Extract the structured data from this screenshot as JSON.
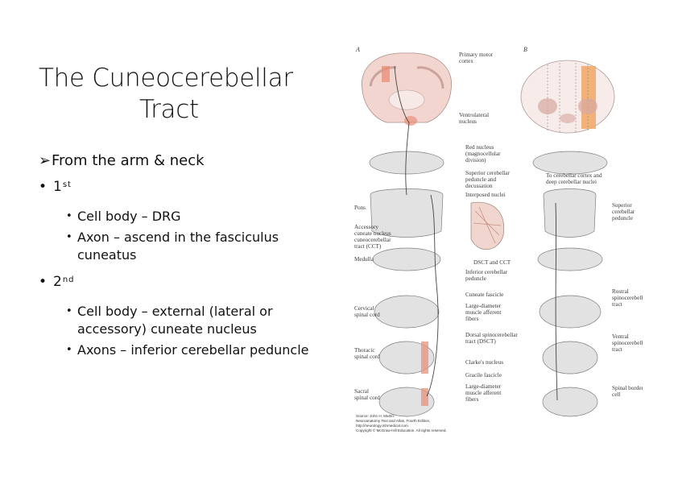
{
  "slide": {
    "title_line1": "The Cuneocerebellar",
    "title_line2": "Tract",
    "bullets": {
      "intro": "From the arm & neck",
      "first": {
        "number": "1",
        "suffix": "st",
        "items": [
          "Cell body – DRG",
          "Axon – ascend in the fasciculus cuneatus"
        ]
      },
      "second": {
        "number": "2",
        "suffix": "nd",
        "items": [
          "Cell body – external (lateral or accessory) cuneate nucleus",
          "Axons – inferior cerebellar peduncle"
        ]
      }
    }
  },
  "figure": {
    "panel_a": "A",
    "panel_b": "B",
    "labels_a": [
      "Primary motor",
      "cortex",
      "Ventrolateral",
      "nucleus",
      "Red nucleus",
      "(magnocellular",
      "division)",
      "Superior cerebellar",
      "peduncle and",
      "decussation",
      "Interposed nuclei",
      "Pons",
      "Accessory",
      "cuneate nucleus",
      "cuneocerebellar",
      "tract (CCT)",
      "DSCT and CCT",
      "Medulla",
      "Inferior cerebellar",
      "peduncle",
      "Cuneate fascicle",
      "Cervical",
      "spinal cord",
      "Large-diameter",
      "muscle afferent",
      "fibers",
      "Dorsal spinocerebellar",
      "tract (DSCT)",
      "Thoracic",
      "spinal cord",
      "Clarke's nucleus",
      "Gracile fascicle",
      "Sacral",
      "spinal cord",
      "Large-diameter",
      "muscle afferent",
      "fibers"
    ],
    "labels_b": [
      "To cerebellar cortex and",
      "deep cerebellar nuclei",
      "Superior",
      "cerebellar",
      "peduncle",
      "Rostral",
      "spinocerebellar",
      "tract",
      "Ventral",
      "spinocerebellar",
      "tract",
      "Spinal border",
      "cell"
    ],
    "source": [
      "Source: John H. Martin:",
      "Neuroanatomy Text and Atlas, Fourth Edition,",
      "http://neurology.mhmedical.com",
      "Copyright © McGraw-Hill Education. All rights reserved."
    ],
    "colors": {
      "highlight": "#e8907a",
      "orange": "#f2a766",
      "tissue": "#e9e9e9",
      "grey": "#8a8a8a"
    }
  }
}
